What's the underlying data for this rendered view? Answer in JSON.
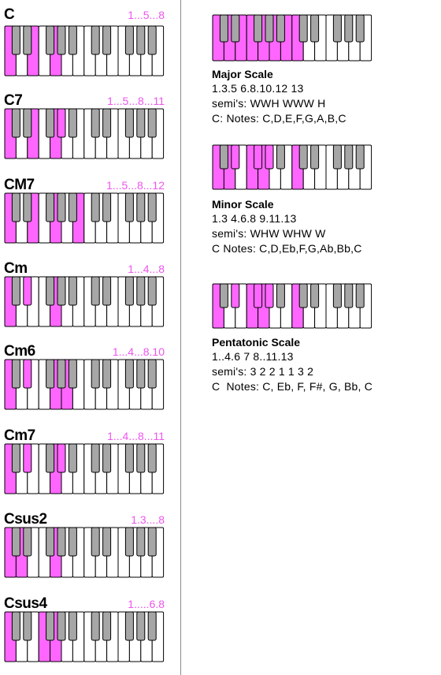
{
  "colors": {
    "highlight": "#ff66ff",
    "black_key": "#a6a6a6",
    "white_key": "#ffffff",
    "key_outline": "#000000",
    "formula_text": "#ee55ee"
  },
  "chords": [
    {
      "name": "C",
      "formula": "1...5...8",
      "white": [
        0,
        2,
        4
      ],
      "black": []
    },
    {
      "name": "C7",
      "formula": "1...5...8...11",
      "white": [
        0,
        2,
        4
      ],
      "black": [
        3
      ]
    },
    {
      "name": "CM7",
      "formula": "1...5...8...12",
      "white": [
        0,
        2,
        4,
        6
      ],
      "black": []
    },
    {
      "name": "Cm",
      "formula": "1...4...8",
      "white": [
        0,
        4
      ],
      "black": [
        1
      ]
    },
    {
      "name": "Cm6",
      "formula": "1...4...8.10",
      "white": [
        0,
        4,
        5
      ],
      "black": [
        1
      ]
    },
    {
      "name": "Cm7",
      "formula": "1...4...8...11",
      "white": [
        0,
        4
      ],
      "black": [
        1,
        3
      ]
    },
    {
      "name": "Csus2",
      "formula": "1.3....8",
      "white": [
        0,
        1,
        4
      ],
      "black": []
    },
    {
      "name": "Csus4",
      "formula": "1.....6.8",
      "white": [
        0,
        3,
        4
      ],
      "black": []
    }
  ],
  "scales": [
    {
      "title": "Major Scale",
      "lines": [
        "1.3.5 6.8.10.12 13",
        "semi's: WWH WWW H",
        "C: Notes: C,D,E,F,G,A,B,C"
      ],
      "white": [
        0,
        1,
        2,
        3,
        4,
        5,
        6,
        7
      ],
      "black": []
    },
    {
      "title": "Minor Scale",
      "lines": [
        "1.3 4.6.8 9.11.13",
        "semi's: WHW WHW W",
        "C Notes: C,D,Eb,F,G,Ab,Bb,C"
      ],
      "white": [
        0,
        1,
        3,
        4,
        7
      ],
      "black": [
        1,
        2,
        3
      ]
    },
    {
      "title": "Pentatonic Scale",
      "lines": [
        "1..4.6 7 8..11.13",
        "semi's: 3 2 2 1 1 3 2",
        "C  Notes: C, Eb, F, F#, G, Bb, C"
      ],
      "white": [
        0,
        3,
        4,
        7
      ],
      "black": [
        1,
        2,
        3
      ]
    }
  ]
}
